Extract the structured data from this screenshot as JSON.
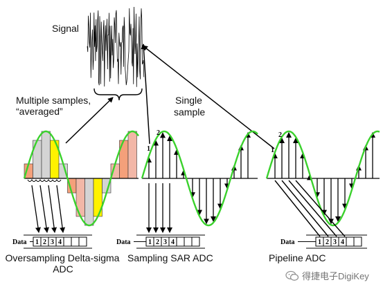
{
  "labels": {
    "signal": "Signal",
    "multiple_line1": "Multiple samples,",
    "multiple_line2": "“averaged”",
    "single_line1": "Single",
    "single_line2": "sample",
    "delta_sigma_line1": "Oversampling Delta-sigma",
    "delta_sigma_line2": "ADC",
    "sar": "Sampling SAR ADC",
    "pipeline": "Pipeline ADC"
  },
  "register": {
    "data_label": "Data",
    "cells": [
      "1",
      "2",
      "3",
      "4"
    ]
  },
  "sample_marks": {
    "sar_first": "1",
    "sar_second": "2",
    "pipe_first": "1",
    "pipe_second": "2"
  },
  "watermark": {
    "text": "得捷电子DigiKey",
    "icon": "wechat-icon"
  },
  "colors": {
    "sine": "#3ad12c",
    "strip_orange": "#f4a07a",
    "strip_gray": "#d4d4d4",
    "strip_yellow": "#fff200",
    "strip_pink": "#f2b7a7"
  }
}
